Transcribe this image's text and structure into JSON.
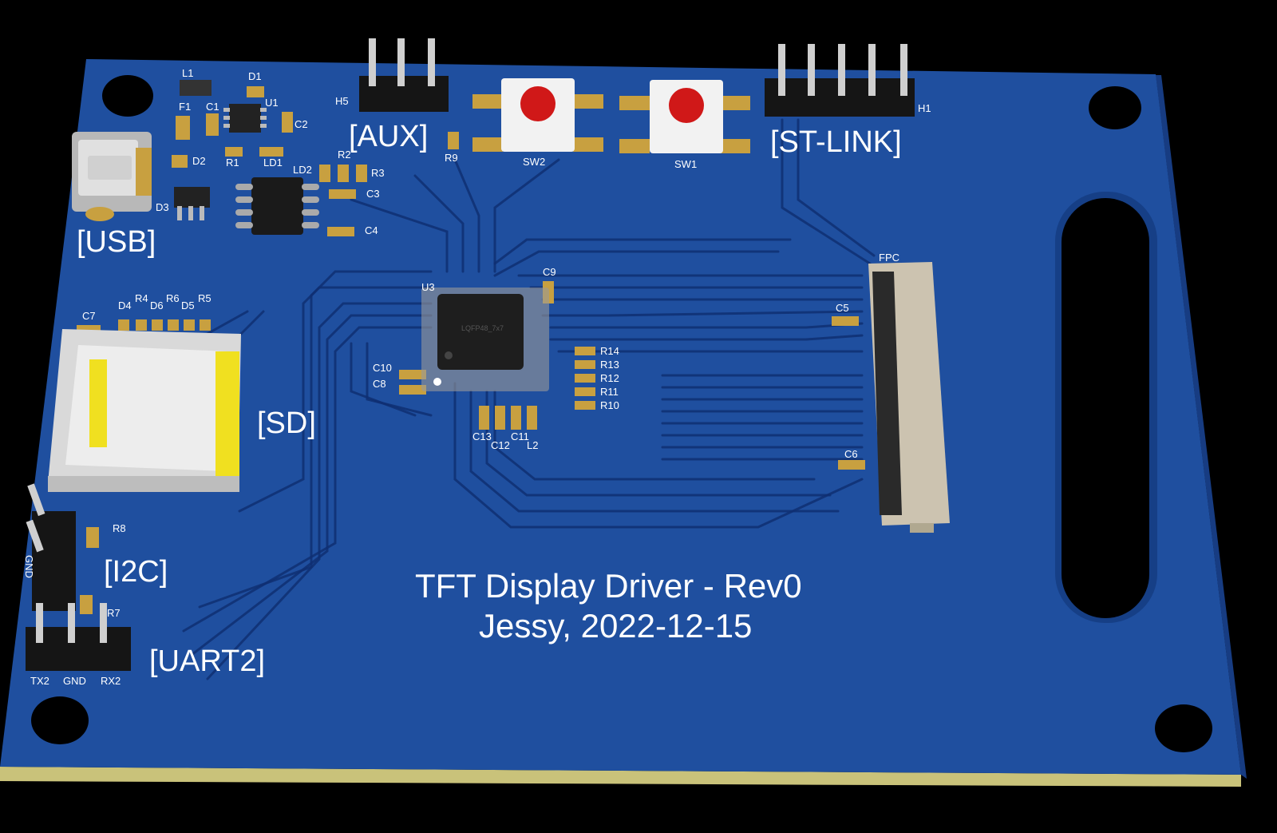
{
  "board": {
    "title": "TFT Display Driver  - Rev0",
    "author_date": "Jessy, 2022-12-15",
    "colors": {
      "pcb": "#1f4f9f",
      "pcb_dark": "#163f86",
      "edge": "#c9c27a",
      "silk": "#ffffff",
      "pad": "#c8a040",
      "button": "#d01818"
    }
  },
  "sections": {
    "usb": "[USB]",
    "aux": "[AUX]",
    "st_link": "[ST-LINK]",
    "sd": "[SD]",
    "i2c": "[I2C]",
    "uart2": "[UART2]"
  },
  "refs": {
    "L1": "L1",
    "D1": "D1",
    "F1": "F1",
    "C1": "C1",
    "U1": "U1",
    "C2": "C2",
    "D2": "D2",
    "R1": "R1",
    "LD1": "LD1",
    "LD2": "LD2",
    "R2": "R2",
    "R3": "R3",
    "C3": "C3",
    "C4": "C4",
    "D3": "D3",
    "H5": "H5",
    "R9": "R9",
    "SW2": "SW2",
    "SW1": "SW1",
    "H1": "H1",
    "FPC": "FPC",
    "C9": "C9",
    "U3": "U3",
    "C5": "C5",
    "C7": "C7",
    "D4": "D4",
    "R4": "R4",
    "D6": "D6",
    "R6": "R6",
    "D5": "D5",
    "R5": "R5",
    "C10": "C10",
    "C8": "C8",
    "R14": "R14",
    "R13": "R13",
    "R12": "R12",
    "R11": "R11",
    "R10": "R10",
    "C13": "C13",
    "C11": "C11",
    "C12": "C12",
    "L2": "L2",
    "C6": "C6",
    "R8": "R8",
    "R7": "R7"
  },
  "pin_labels": {
    "tx2": "TX2",
    "gnd": "GND",
    "rx2": "RX2",
    "i2c_gnd": "GND"
  },
  "chip_marking": "LQFP48_7x7"
}
